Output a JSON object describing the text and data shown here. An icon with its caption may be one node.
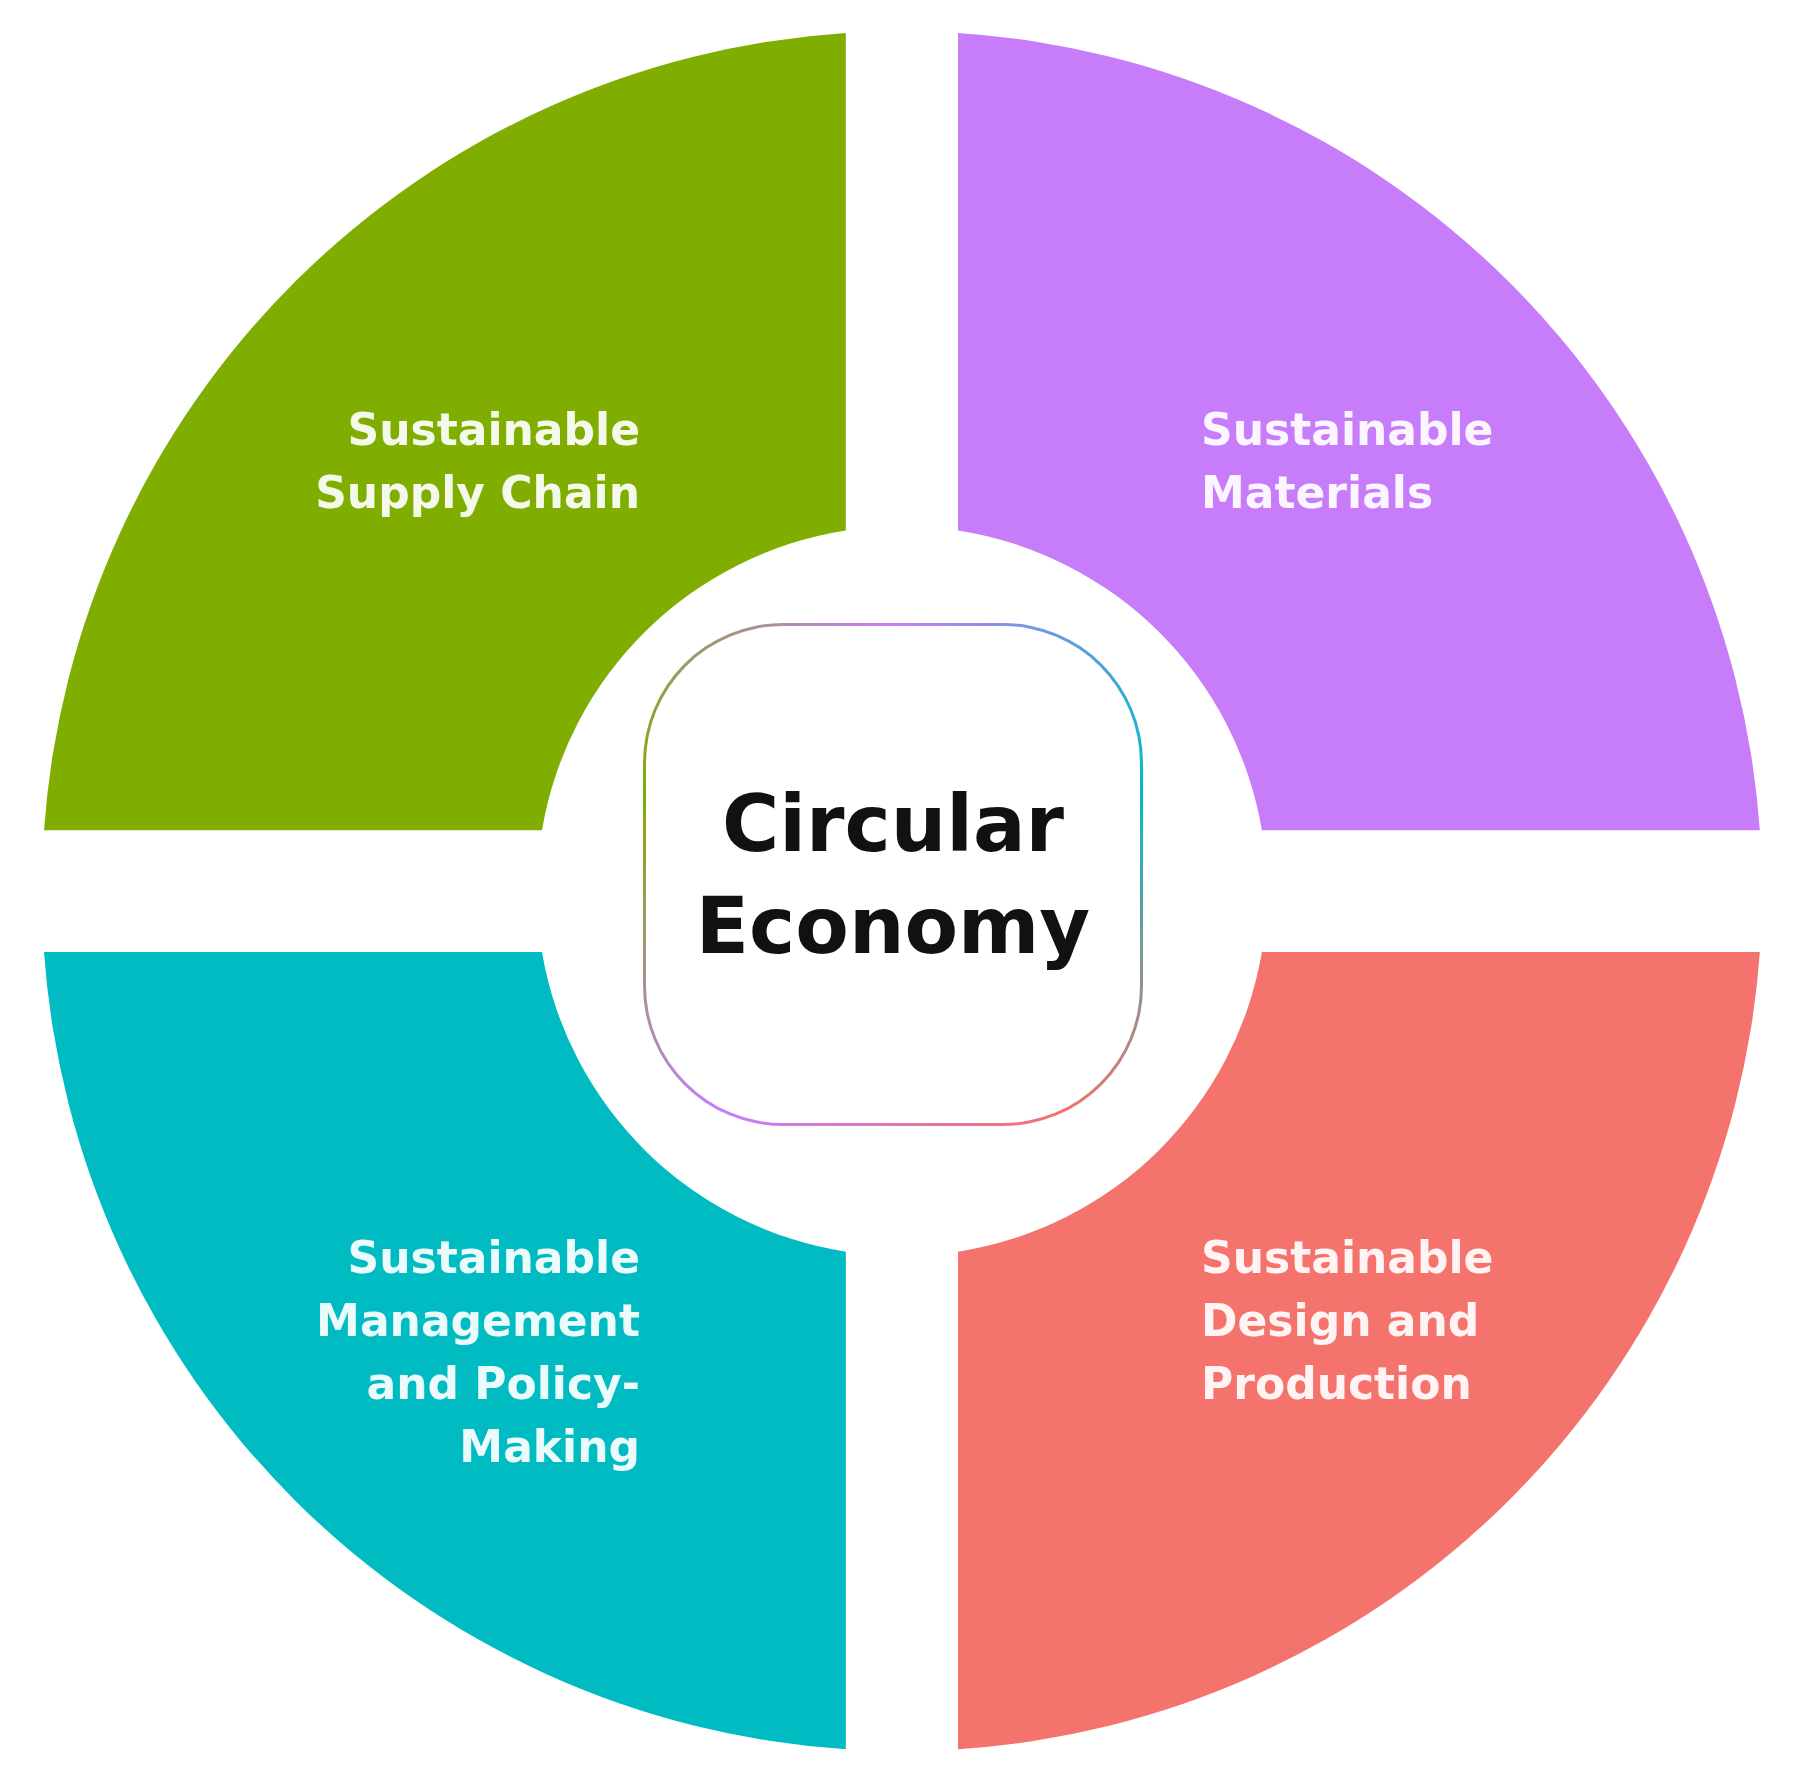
{
  "diagram": {
    "nodes": [
      {
        "text": [
          "Sustainable Supply Chain"
        ]
      },
      {
        "text": [
          "Sustainable Materials"
        ]
      },
      {
        "text": [
          "Circular Economy"
        ]
      },
      {
        "text": [
          "Sustainable Management and Policy-Making"
        ]
      },
      {
        "text": [
          "Sustainable Design and Production"
        ]
      }
    ]
  }
}
